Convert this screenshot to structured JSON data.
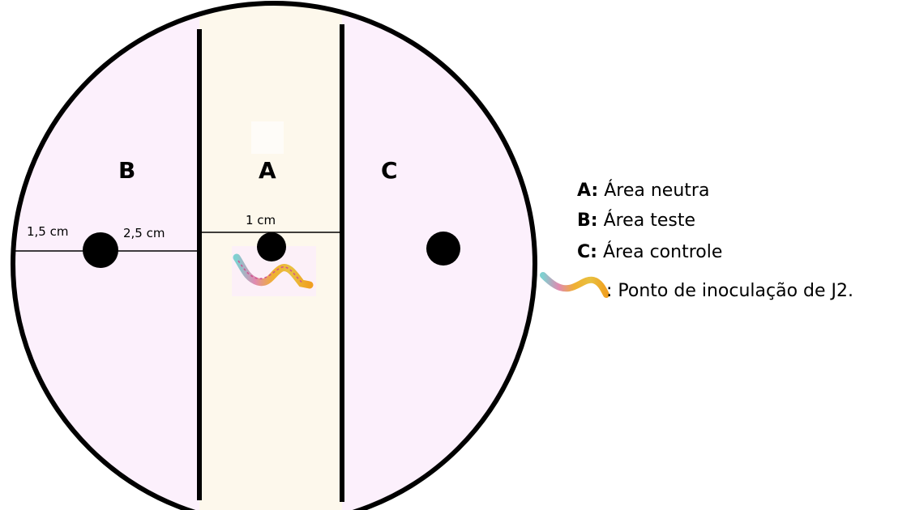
{
  "zones": {
    "b": {
      "letter": "B"
    },
    "a": {
      "letter": "A"
    },
    "c": {
      "letter": "C"
    }
  },
  "measurements": {
    "edge_to_well": "1,5 cm",
    "well_to_divider": "2,5 cm",
    "neutral_width": "1 cm"
  },
  "legend": {
    "items": [
      {
        "key": "A:",
        "text": " Área neutra"
      },
      {
        "key": "B:",
        "text": " Área teste"
      },
      {
        "key": "C:",
        "text": " Área controle"
      }
    ],
    "inoculation_text": ": Ponto de inoculação de J2."
  },
  "icons": {
    "inoculation": "nematode-j2-icon",
    "well": "well-dot-icon"
  },
  "colors": {
    "side_zone_fill": "#fcf0fc",
    "neutral_zone_fill": "#fdf8ec",
    "outline": "#000000"
  }
}
